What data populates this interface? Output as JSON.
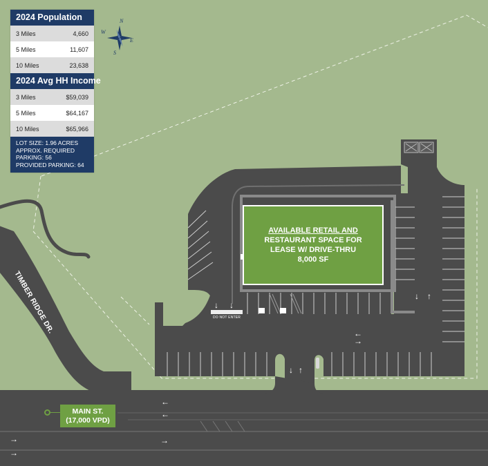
{
  "population": {
    "title": "2024 Population",
    "rows": [
      {
        "label": "3 Miles",
        "value": "4,660"
      },
      {
        "label": "5 Miles",
        "value": "11,607"
      },
      {
        "label": "10 Miles",
        "value": "23,638"
      }
    ]
  },
  "income": {
    "title": "2024 Avg HH Income",
    "rows": [
      {
        "label": "3 Miles",
        "value": "$59,039"
      },
      {
        "label": "5 Miles",
        "value": "$64,167"
      },
      {
        "label": "10 Miles",
        "value": "$65,966"
      }
    ]
  },
  "notes": [
    "LOT SIZE: 1.96 ACRES",
    "APPROX. REQUIRED",
    "PARKING: 56",
    "PROVIDED PARKING: 64"
  ],
  "building": {
    "line1": "AVAILABLE RETAIL AND",
    "line2": "RESTAURANT SPACE FOR",
    "line3": "LEASE W/ DRIVE-THRU",
    "line4": "8,000 SF"
  },
  "roads": {
    "timber": "TIMBER RIDGE DR.",
    "main_name": "MAIN ST.",
    "main_vpd": "(17,000 VPD)"
  },
  "do_not_enter": "DO NOT ENTER",
  "compass": {
    "n": "N",
    "s": "S",
    "e": "E",
    "w": "W"
  },
  "colors": {
    "grass": "#a4b98e",
    "asphalt": "#4b4b4b",
    "building": "#6fa043",
    "panel_navy": "#1f3b66"
  },
  "arrows": {
    "up": "↑",
    "down": "↓",
    "left": "←",
    "right": "→"
  }
}
